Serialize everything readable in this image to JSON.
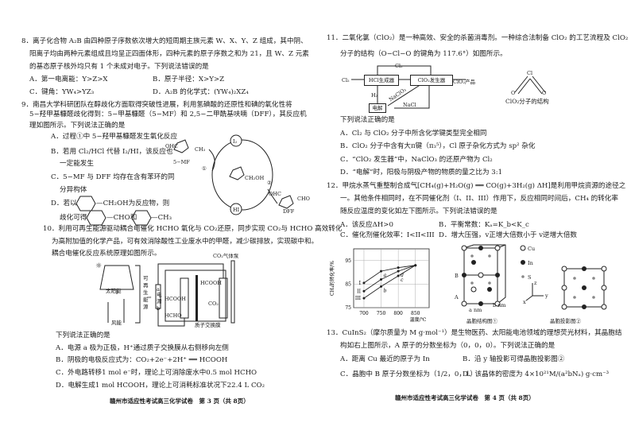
{
  "left": {
    "q8": {
      "lines": [
        "8．离子化合物 A₂B 由四种原子序数依次增大的短周期主族元素 W、X、Y、Z 组成，其中阴、",
        "阳离子均由两种元素组成且均呈正四面体形，四种元素的原子序数之和为 21，且 W、Z 元素",
        "的基态原子核外均只有 1 个未成对电子。下列说法错误的是"
      ],
      "A": "A．第一电离能：Y>Z>X",
      "B": "B．原子半径：X>Y>Z",
      "C": "C．键角：YW₄>YZ₃",
      "D": "D．A₂B 的化学式：(YW₄)₂XZ₄"
    },
    "q9": {
      "lines": [
        "9．南昌大学科研团队在醇歧化方面取得突破性进展，利用氢碘酸的还原性和碘的氧化性将",
        "5−羟甲基糠醛歧化得到：5−甲基糠醛（5−MF）和 2,5−二甲酰基呋喃（DFF），其反应机",
        "理如图所示。下列说法正确的是"
      ],
      "A": "A．过程①中 5−羟甲基糠醛发生氧化反应",
      "B1": "B．若用 Cl₂/HCl 代替 I₂/HI，该反应也",
      "B2": "一定能发生",
      "C1": "C．5−MF 与 DFF 均存在含有苯环的同",
      "C2": "分异构体",
      "D1a": "D．若以",
      "D1b": "—CH₂OH为反应物，则",
      "D2a": "歧化可得",
      "D2b": "—CHO和",
      "D2c": "—CH₃",
      "figure": {
        "ohc": "OHC",
        "ch3": "CH₃",
        "mf": "5−MF",
        "step1": "①",
        "i2": "I₂",
        "ch2oh": "CH₂OH",
        "step2": "②",
        "hi": "HI",
        "ohc2": "OHC",
        "cho": "CHO",
        "dff": "DFF"
      }
    },
    "q10": {
      "lines": [
        "10．利用可再生能源驱动耦合电催化 HCHO 氧化与 CO₂还原，同步实现 CO₂与 HCHO 高效转化",
        "为高附加值的化学产品，可有效消除酸性工业废水中的甲醛，减少碳排放，实现碳中和。",
        "耦合电催化反应系统原理如图所示。"
      ],
      "figure": {
        "solar": "太阳能",
        "wind": "风能",
        "renewable": "可再生能源",
        "arrow": "⇨",
        "a": "a",
        "power": "电源",
        "b": "b",
        "hcooh_left": "HCOOH",
        "hcho": "HCHO",
        "hcooh_right": "HCOOH",
        "co2": "CO₂",
        "pump": "CO₂气体泵",
        "membrane": "质子交换膜"
      },
      "prompt": "下列说法正确的是",
      "A": "A．电源 a 极为正极，H⁺通过质子交换膜从右侧移向左侧",
      "B": "B．阴极的电极反应式为：CO₂+2e⁻+2H⁺ ══ HCOOH",
      "C": "C．外电路转移1 mol e⁻时，理论上可消除废水中0.5 mol HCHO",
      "D": "D．电解生成1 mol HCOOH，理论上可消耗标准状况下22.4 L CO₂"
    },
    "footer": "赣州市适应性考试高三化学试卷　第 3 页（共 8页）"
  },
  "right": {
    "q11": {
      "lines": [
        "11．二氧化氯（ClO₂）是一种高效、安全的杀菌消毒剂。一种综合法制备 ClO₂ 的工艺流程及 ClO₂",
        "分子的结构（O−Cl−O 的键角为 117.6°）如图所示。"
      ],
      "figure": {
        "cl2_in": "Cl₂",
        "hcl_gen": "HCl生成器",
        "clo2_gen": "ClO₂发生器",
        "product": "ClO₂产品",
        "cl2_top": "Cl₂",
        "h2": "H₂",
        "naclo3": "NaClO₃",
        "nacl": "NaCl",
        "electrolysis": "电解",
        "atom_cl": "Cl",
        "atom_o1": "O",
        "atom_o2": "O",
        "structure_caption": "ClO₂分子的结构"
      },
      "prompt": "下列说法正确的是",
      "A": "A．Cl₂ 与 ClO₂ 分子中所含化学键类型完全相同",
      "B": "B．ClO₂ 分子中含有大π键（π₃⁵），Cl 原子杂化方式为 sp² 杂化",
      "C": "C．“ClO₂ 发生器”中，NaClO₃ 的还原产物为 Cl₂",
      "D": "D．“电解”时，阳极与阴极产物的物质的量之比为 3:1"
    },
    "q12": {
      "lines": [
        "12．甲烷水蒸气重整制合成气[CH₄(g)+H₂O(g) ══ CO(g)+3H₂(g) ΔH]是利用甲烷资源的途径之",
        "一。其他条件相同时，在不同催化剂（I、II、III）作用下，反应相同时间后，CH₄ 的转化率",
        "随反应温度的变化如左下图所示。下列说法错误的是"
      ],
      "A": "A．该反应ΔH>0",
      "B": "B．平衡常数：Kₐ=K_b<K_c",
      "C": "C．催化剂催化效率：I<II<III",
      "D": "D．增大压强，v正增大倍数小于 v逆增大倍数"
    },
    "q13": {
      "lines": [
        "13．CuInS₂（摩尔质量为 M g·mol⁻¹）是生物医药、太阳能电池领域的理想荧光材料，其晶胞结",
        "构如右上图所示，A 原子的分数坐标为（0，0，0）。下列说法正确的是"
      ],
      "A": "A．距离 Cu 最近的原子为 In",
      "B": "B．沿 y 轴投影可得晶胞投影图②",
      "C": "C．晶胞中 B 原子分数坐标为（1/2，0，1）",
      "D": "D．该晶体的密度为 4×10²¹M/(a²bNₐ) g·cm⁻³",
      "figure": {
        "legend_cu": "Cu",
        "legend_in": "In",
        "legend_s": "S",
        "atom_a": "A",
        "atom_b": "B",
        "a_nm": "a nm",
        "b_nm": "b nm",
        "axis_x": "x",
        "axis_y": "y",
        "axis_z": "z",
        "caption1": "晶胞结构图①",
        "caption2": "晶胞投影图②"
      }
    },
    "footer": "赣州市适应性考试高三化学试卷　第 4 页（共 8页）"
  },
  "chart_data": {
    "type": "line",
    "title": "",
    "xlabel": "温度/℃",
    "ylabel": "CH₄的转化率/%",
    "x": [
      700,
      750,
      800,
      850
    ],
    "xticks": [
      "700",
      "750",
      "800",
      "850"
    ],
    "yticks": [
      "75",
      "85",
      "95"
    ],
    "xlim": [
      670,
      890
    ],
    "ylim": [
      75,
      100
    ],
    "series": [
      {
        "name": "I",
        "values": [
          85.5,
          90.5,
          92,
          93
        ]
      },
      {
        "name": "II",
        "values": [
          82,
          87,
          90.5,
          93
        ]
      },
      {
        "name": "III",
        "values": [
          79,
          84,
          88.5,
          93
        ]
      }
    ],
    "annotations": [
      {
        "label": "a",
        "x": 750,
        "y": 90.5
      },
      {
        "label": "d",
        "x": 800,
        "y": 90.5
      },
      {
        "label": "b",
        "x": 750,
        "y": 84
      },
      {
        "label": "c",
        "x": 800,
        "y": 88.5
      }
    ]
  }
}
